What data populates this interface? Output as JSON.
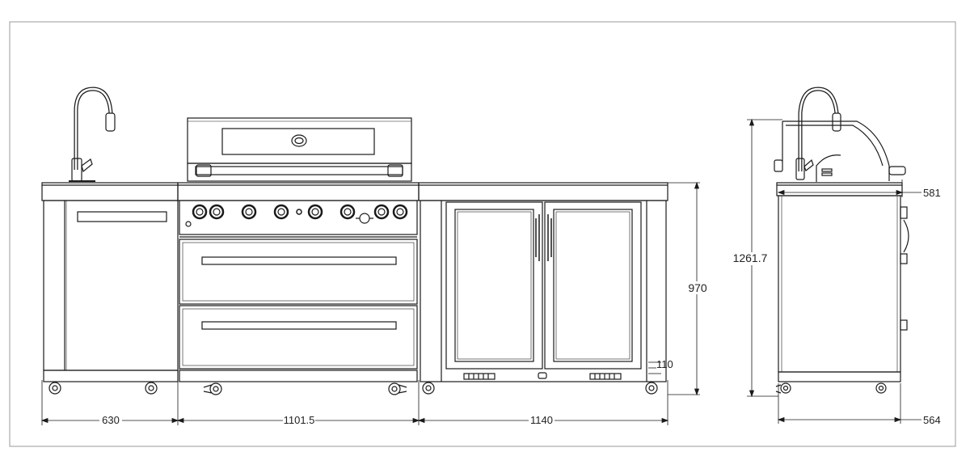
{
  "dimensions": {
    "sink_width": "630",
    "grill_width": "1101.5",
    "fridge_width": "1140",
    "counter_height": "970",
    "base_height": "110",
    "total_height": "1261.7",
    "side_depth_top": "581",
    "side_depth_bottom": "564"
  },
  "colors": {
    "line": "#1a1a1a",
    "frame": "#9a9a9a",
    "background": "#ffffff"
  }
}
